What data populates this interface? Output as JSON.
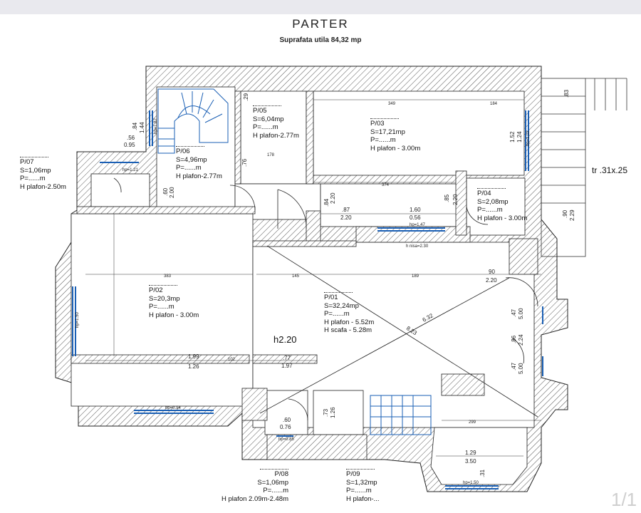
{
  "header": {
    "title": "PARTER",
    "subtitle": "Suprafata utila 84,32 mp"
  },
  "rooms": {
    "p01": {
      "code": "P/01",
      "s": "S=32,24mp",
      "p": "P=......m",
      "h": "H plafon - 5.52m",
      "h2": "H scafa - 5.28m"
    },
    "p02": {
      "code": "P/02",
      "s": "S=20,3mp",
      "p": "P=......m",
      "h": "H plafon - 3.00m"
    },
    "p03": {
      "code": "P/03",
      "s": "S=17,21mp",
      "p": "P=......m",
      "h": "H plafon - 3.00m"
    },
    "p04": {
      "code": "P/04",
      "s": "S=2,08mp",
      "p": "P=......m",
      "h": "H plafon - 3.00m"
    },
    "p05": {
      "code": "P/05",
      "s": "S=6,04mp",
      "p": "P=......m",
      "h": "H plafon-2.77m"
    },
    "p06": {
      "code": "P/06",
      "s": "S=4,96mp",
      "p": "P=......m",
      "h": "H plafon-2.77m"
    },
    "p07": {
      "code": "P/07",
      "s": "S=1,06mp",
      "p": "P=......m",
      "h": "H plafon-2.50m"
    },
    "p08": {
      "code": "P/08",
      "s": "S=1,06mp",
      "p": "P=......m",
      "h": "H plafon 2.09m-2.48m"
    },
    "p09": {
      "code": "P/09",
      "s": "S=1,32mp",
      "p": "P=......m",
      "h": "H plafon-..."
    }
  },
  "annotations": {
    "h220": "h2.20",
    "stair": "tr .31x.25",
    "page": "1/1"
  },
  "dimensions": {
    "d_1_99": "1.99",
    "d_1_26": "1.26",
    "d_77": ".77",
    "d_1_97": "1.97",
    "d_1_60": "1.60",
    "d_0_56": "0.56",
    "d_87": ".87",
    "d_2_20a": "2.20",
    "d_2_20b": "2.20",
    "d_84": ".84",
    "d_85": ".85",
    "d_2_20c": "2.20",
    "d_90": "90",
    "d_2_20d": "2.20",
    "d_8_23": "8.23",
    "d_6_32": "6.32",
    "d_1_29": "1.29",
    "d_3_50": "3.50",
    "d_60": ".60",
    "d_0_76": "0.76",
    "d_73": ".73",
    "d_1_26b": "1.26",
    "d_56": ".56",
    "d_0_95": "0.95",
    "d_84b": ".84",
    "d_1_44": "1.44",
    "d_60b": ".60",
    "d_2_00": "2.00",
    "d_76": ".76",
    "d_29": ".29",
    "d_83": ".83",
    "d_1_52": "1.52",
    "d_1_24": "1.24",
    "d_2_29": "2.29",
    "d_47a": ".47",
    "d_5_00a": "5.00",
    "d_86": ".86",
    "d_2_24": "2.24",
    "d_47b": ".47",
    "d_5_00b": "5.00",
    "d_31": ".31",
    "d_90b": ".90",
    "n383": "383",
    "n145": "145",
    "n189": "189",
    "n374": "374",
    "n349": "349",
    "n184": "184",
    "n178": "178",
    "n102": "102",
    "n299": "299",
    "hp_a": "hp=0.94",
    "hp_b": "hp=1.47",
    "hp_c": "hp=1.50",
    "hp_d": "hp=1.50",
    "hp_e": "hp=1.21",
    "hp_f": "hp=1.82",
    "hp_g": "hp=1.02",
    "hp_h": "hp=0.85",
    "hnisa": "h nisa=2.30"
  }
}
